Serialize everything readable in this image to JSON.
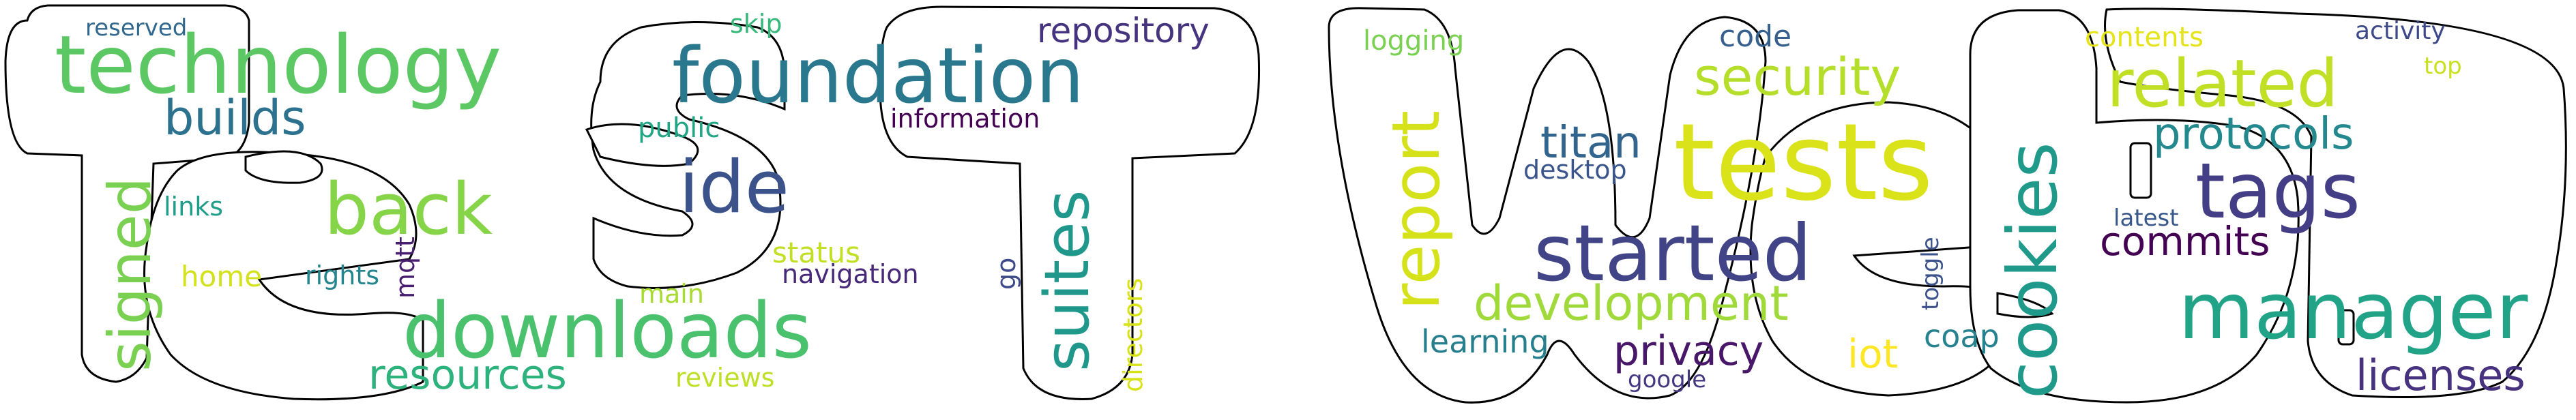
{
  "clouds": [
    {
      "mask_word": "test",
      "words": [
        {
          "text": "technology",
          "color": "#5cc863"
        },
        {
          "text": "foundation",
          "color": "#2a788e"
        },
        {
          "text": "repository",
          "color": "#46337f"
        },
        {
          "text": "reserved",
          "color": "#31688e"
        },
        {
          "text": "skip",
          "color": "#35b779"
        },
        {
          "text": "builds",
          "color": "#2c728e"
        },
        {
          "text": "information",
          "color": "#440154"
        },
        {
          "text": "public",
          "color": "#21a685"
        },
        {
          "text": "back",
          "color": "#86d549"
        },
        {
          "text": "ide",
          "color": "#3b528b"
        },
        {
          "text": "links",
          "color": "#1f9e89"
        },
        {
          "text": "signed",
          "color": "#7ad151"
        },
        {
          "text": "home",
          "color": "#d2e21b"
        },
        {
          "text": "rights",
          "color": "#25858e"
        },
        {
          "text": "mqtt",
          "color": "#481f70"
        },
        {
          "text": "main",
          "color": "#a8db34"
        },
        {
          "text": "status",
          "color": "#c2df23"
        },
        {
          "text": "navigation",
          "color": "#482878"
        },
        {
          "text": "downloads",
          "color": "#4ac16d"
        },
        {
          "text": "resources",
          "color": "#2db27d"
        },
        {
          "text": "reviews",
          "color": "#bddf26"
        },
        {
          "text": "suites",
          "color": "#1f988b"
        },
        {
          "text": "go",
          "color": "#3e4a89"
        },
        {
          "text": "directors",
          "color": "#d8e219"
        }
      ]
    },
    {
      "mask_word": "web",
      "words": [
        {
          "text": "logging",
          "color": "#7ad151"
        },
        {
          "text": "code",
          "color": "#355f8d"
        },
        {
          "text": "contents",
          "color": "#e5e419"
        },
        {
          "text": "activity",
          "color": "#3e4989"
        },
        {
          "text": "top",
          "color": "#c8e020"
        },
        {
          "text": "security",
          "color": "#b5de2b"
        },
        {
          "text": "related",
          "color": "#c0df25"
        },
        {
          "text": "report",
          "color": "#d5e21a"
        },
        {
          "text": "titan",
          "color": "#32658e"
        },
        {
          "text": "desktop",
          "color": "#3a548c"
        },
        {
          "text": "tests",
          "color": "#dae319"
        },
        {
          "text": "protocols",
          "color": "#23898e"
        },
        {
          "text": "tags",
          "color": "#433e85"
        },
        {
          "text": "latest",
          "color": "#38588c"
        },
        {
          "text": "commits",
          "color": "#440154"
        },
        {
          "text": "started",
          "color": "#414487"
        },
        {
          "text": "toggle",
          "color": "#3b528b"
        },
        {
          "text": "cookies",
          "color": "#1f9a8a"
        },
        {
          "text": "development",
          "color": "#9fda3a"
        },
        {
          "text": "manager",
          "color": "#20a386"
        },
        {
          "text": "learning",
          "color": "#277f8e"
        },
        {
          "text": "privacy",
          "color": "#481769"
        },
        {
          "text": "iot",
          "color": "#fde725"
        },
        {
          "text": "coap",
          "color": "#26828e"
        },
        {
          "text": "google",
          "color": "#453781"
        },
        {
          "text": "licenses",
          "color": "#46327e"
        }
      ]
    }
  ]
}
